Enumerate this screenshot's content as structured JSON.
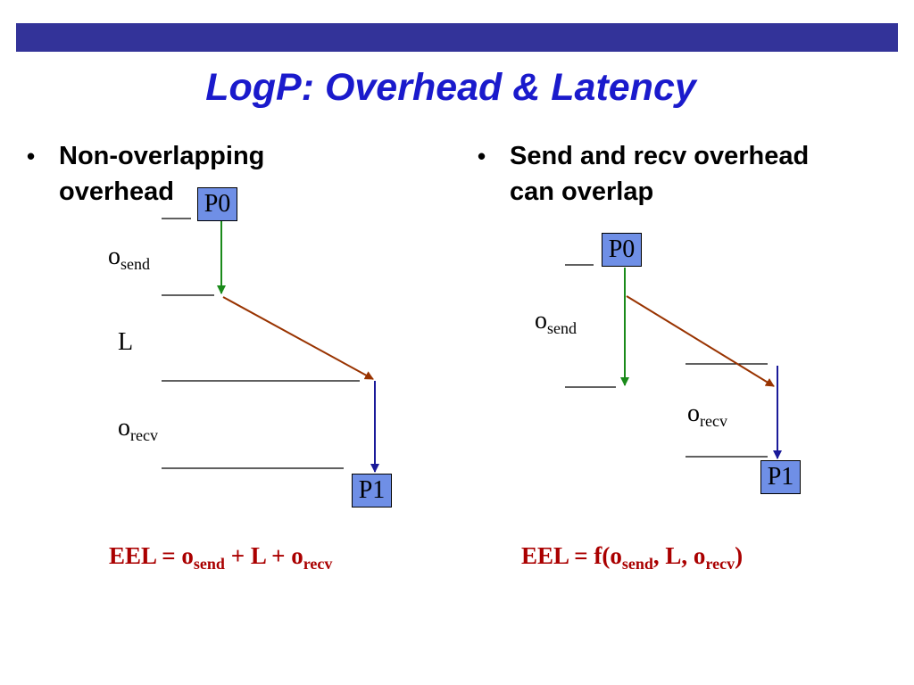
{
  "slide": {
    "title": "LogP: Overhead & Latency"
  },
  "left": {
    "bullet_dot": "•",
    "bullet_line1": "Non-overlapping",
    "bullet_line2": "overhead",
    "p0": "P0",
    "p1": "P1",
    "osend_base": "o",
    "osend_sub": "send",
    "latency": "L",
    "orecv_base": "o",
    "orecv_sub": "recv",
    "formula": {
      "prefix": "EEL = o",
      "sub1": "send",
      "mid": " + L + o",
      "sub2": "recv"
    }
  },
  "right": {
    "bullet_dot": "•",
    "bullet_line1": "Send and recv overhead",
    "bullet_line2": "can overlap",
    "p0": "P0",
    "p1": "P1",
    "osend_base": "o",
    "osend_sub": "send",
    "orecv_base": "o",
    "orecv_sub": "recv",
    "formula": {
      "prefix": "EEL = f(o",
      "sub1": "send",
      "mid": ", L, o",
      "sub2": "recv",
      "suffix": ")"
    }
  },
  "colors": {
    "bar": "#333399",
    "title": "#1a1acc",
    "proc_fill": "#6f8fe6",
    "send_overhead_arrow": "#1a8a1a",
    "latency_arrow": "#993300",
    "recv_overhead_arrow": "#1a1a99",
    "formula": "#aa0000"
  }
}
